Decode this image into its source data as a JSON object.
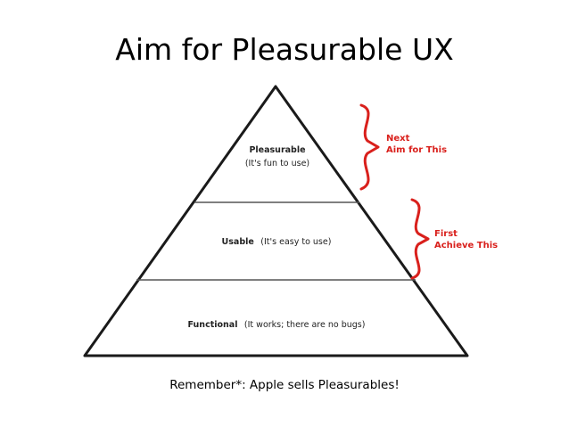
{
  "slide": {
    "title": "Aim for Pleasurable UX",
    "footnote": "Remember*: Apple sells Pleasurables!"
  },
  "pyramid": {
    "tiers": {
      "top": {
        "name": "Pleasurable",
        "description": "(It's fun to use)"
      },
      "middle": {
        "name": "Usable",
        "description": "(It's easy to use)"
      },
      "bottom": {
        "name": "Functional",
        "description": "(It works; there are no bugs)"
      }
    }
  },
  "annotations": {
    "next": {
      "line1": "Next",
      "line2": "Aim for This"
    },
    "first": {
      "line1": "First",
      "line2": "Achieve This"
    }
  },
  "colors": {
    "title": "#000000",
    "outline": "#1a1a1a",
    "annotation": "#d9201c"
  }
}
